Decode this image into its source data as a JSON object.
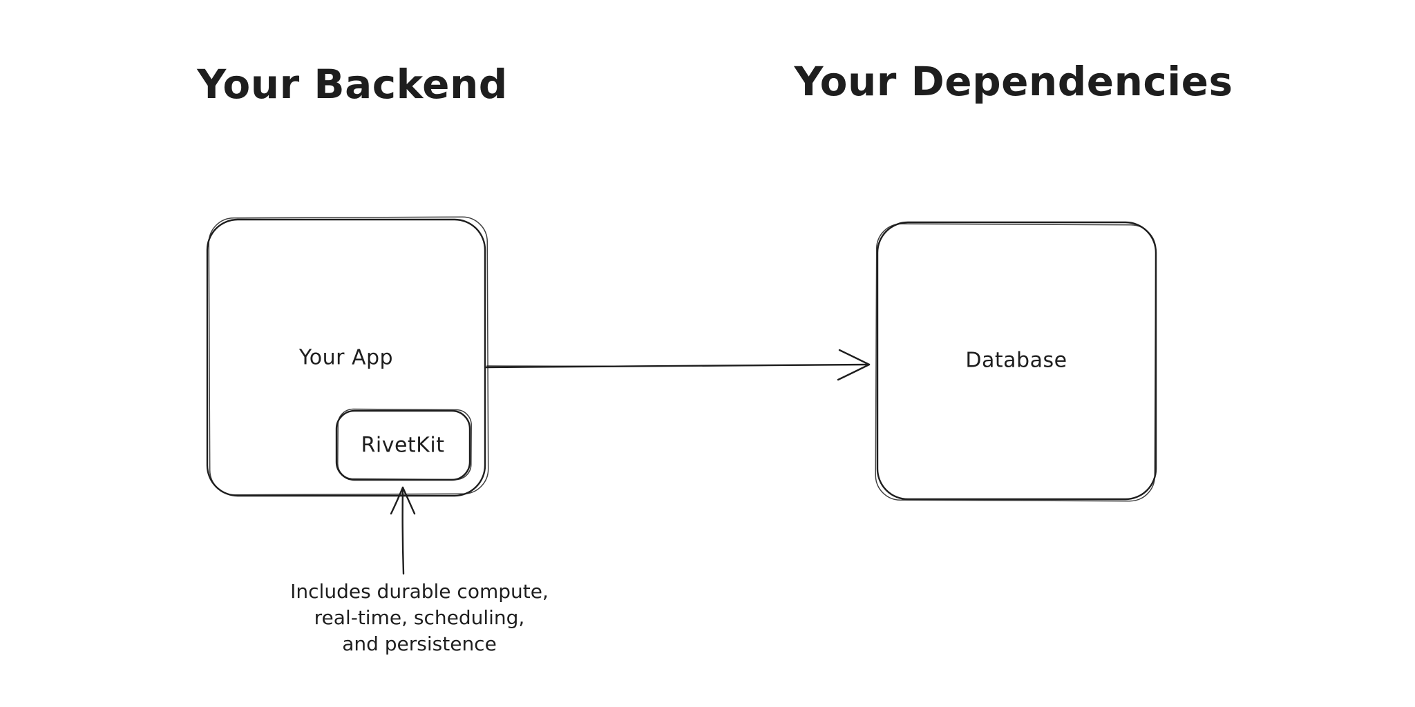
{
  "page": {
    "background_color": "#ffffff",
    "stroke_color": "#1e1e1e"
  },
  "titles": {
    "backend": "Your Backend",
    "dependencies": "Your Dependencies"
  },
  "nodes": {
    "your_app": {
      "label": "Your App"
    },
    "rivetkit": {
      "label": "RivetKit"
    },
    "database": {
      "label": "Database"
    }
  },
  "edges": {
    "app_to_database": {
      "from": "your_app",
      "to": "database",
      "style": "arrow-right"
    },
    "note_to_rivetkit": {
      "from": "annotation",
      "to": "rivetkit",
      "style": "arrow-up"
    }
  },
  "annotation": {
    "text": "Includes durable compute,\nreal-time, scheduling,\nand persistence"
  }
}
